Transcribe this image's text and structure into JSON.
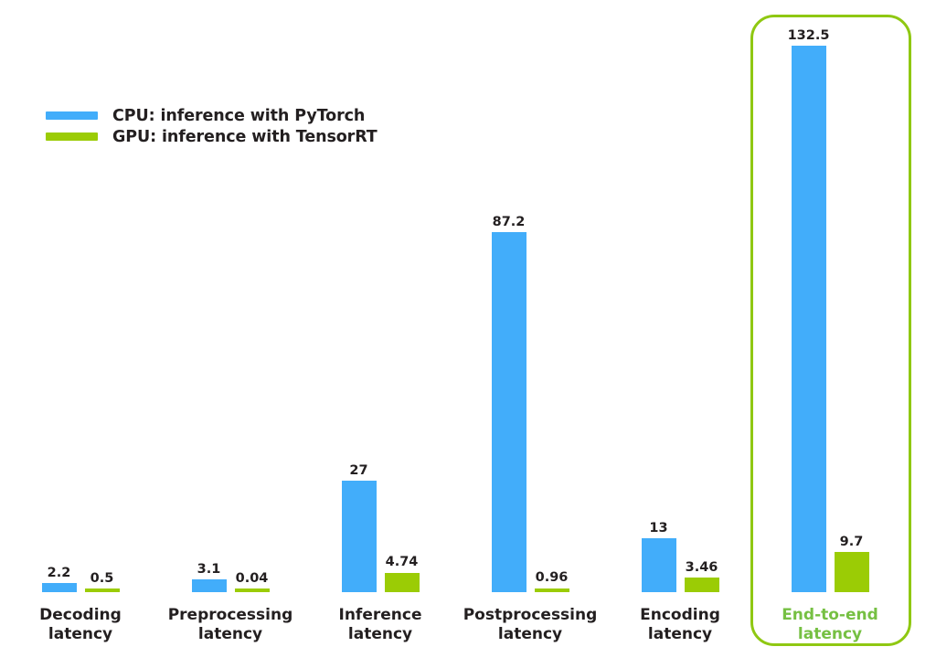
{
  "colors": {
    "cpu": "#42adfa",
    "gpu": "#9bcc05",
    "highlight_border": "#8fc812",
    "highlight_label": "#76c043",
    "text": "#231f20",
    "background": "#ffffff"
  },
  "legend": {
    "items": [
      {
        "label": "CPU: inference with PyTorch",
        "color": "#42adfa",
        "series": "cpu"
      },
      {
        "label": "GPU: inference with TensorRT",
        "color": "#9bcc05",
        "series": "gpu"
      }
    ]
  },
  "highlight": {
    "group_index": 5,
    "label": "End-to-end latency"
  },
  "chart_data": {
    "type": "bar",
    "title": "",
    "subtitle": "",
    "xlabel": "",
    "ylabel": "",
    "ylim": [
      0,
      145
    ],
    "grid": false,
    "legend_position": "top-left",
    "categories": [
      "Decoding latency",
      "Preprocessing latency",
      "Inference latency",
      "Postprocessing latency",
      "Encoding latency",
      "End-to-end latency"
    ],
    "category_lines": [
      [
        "Decoding",
        "latency"
      ],
      [
        "Preprocessing",
        "latency"
      ],
      [
        "Inference",
        "latency"
      ],
      [
        "Postprocessing",
        "latency"
      ],
      [
        "Encoding",
        "latency"
      ],
      [
        "End-to-end",
        "latency"
      ]
    ],
    "series": [
      {
        "name": "CPU: inference with PyTorch",
        "color": "#42adfa",
        "values": [
          2.2,
          3.1,
          27,
          87.2,
          13,
          132.5
        ],
        "labels": [
          "2.2",
          "3.1",
          "27",
          "87.2",
          "13",
          "132.5"
        ]
      },
      {
        "name": "GPU: inference with TensorRT",
        "color": "#9bcc05",
        "values": [
          0.5,
          0.04,
          4.74,
          0.96,
          3.46,
          9.7
        ],
        "labels": [
          "0.5",
          "0.04",
          "4.74",
          "0.96",
          "3.46",
          "9.7"
        ]
      }
    ]
  }
}
